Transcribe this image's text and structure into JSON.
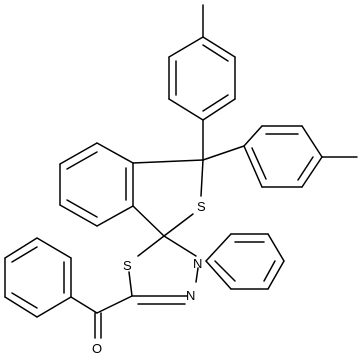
{
  "molecule": {
    "atoms": {
      "s_thio": "S",
      "s_ring": "S",
      "n_ring": "N",
      "n_imine": "N",
      "o_carbonyl": "O"
    },
    "colors": {
      "bond": "#000000",
      "label": "#000000",
      "background": "#ffffff"
    }
  }
}
